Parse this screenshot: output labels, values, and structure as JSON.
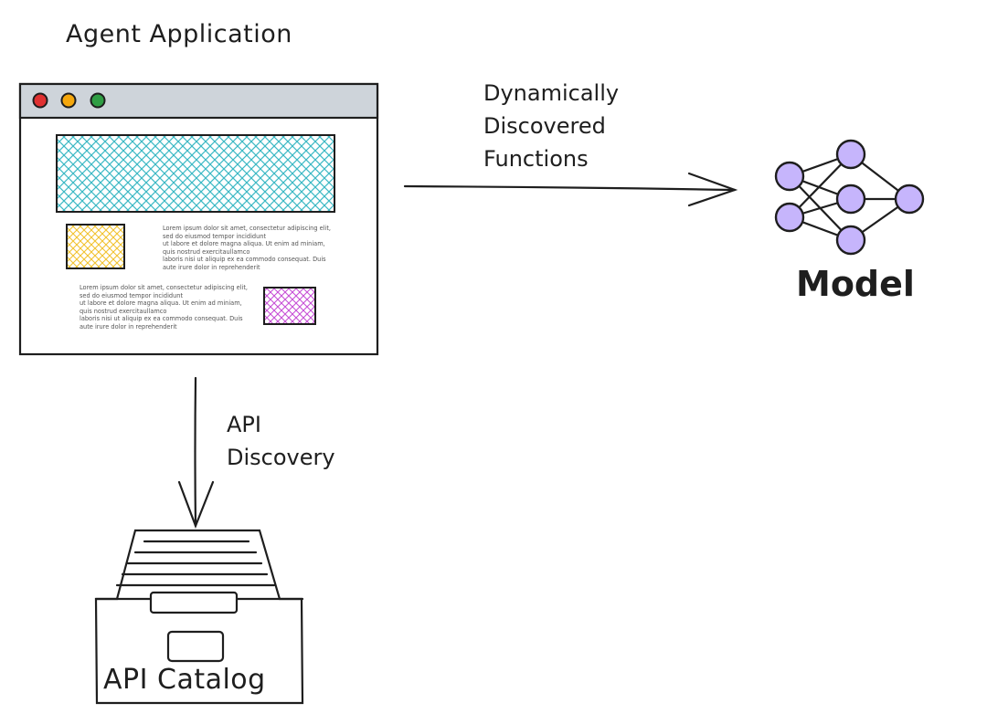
{
  "diagram": {
    "app_title": "Agent Application",
    "edge_functions_label": "Dynamically\nDiscovered\nFunctions",
    "edge_discovery_label": "API\nDiscovery",
    "model_label": "Model",
    "catalog_label": "API Catalog",
    "lorem_text_1": "Lorem ipsum dolor sit amet,  consectetur adipiscing elit,\nsed do eiusmod tempor incididunt\nut labore et dolore magna aliqua. Ut enim ad miniam,\nquis nostrud exercitaullamco\nlaboris nisi ut aliquip ex ea commodo consequat. Duis\naute irure dolor in reprehenderit",
    "lorem_text_2": "Lorem ipsum dolor sit amet,  consectetur adipiscing elit,\nsed do eiusmod tempor incididunt\nut labore et dolore magna aliqua. Ut enim ad miniam,\nquis nostrud exercitaullamco\nlaboris nisi ut aliquip ex ea commodo consequat. Duis\naute irure dolor in reprehenderit"
  },
  "colors": {
    "stroke": "#1e1e1e",
    "titlebar": "#ced4da",
    "traffic_red": "#e03131",
    "traffic_yellow": "#f5a70c",
    "traffic_green": "#2f9e44",
    "hatch_teal": "#3bb8c4",
    "hatch_yellow": "#f2c230",
    "hatch_purple": "#c74fd6",
    "neuron_fill": "#c6b5fc"
  }
}
